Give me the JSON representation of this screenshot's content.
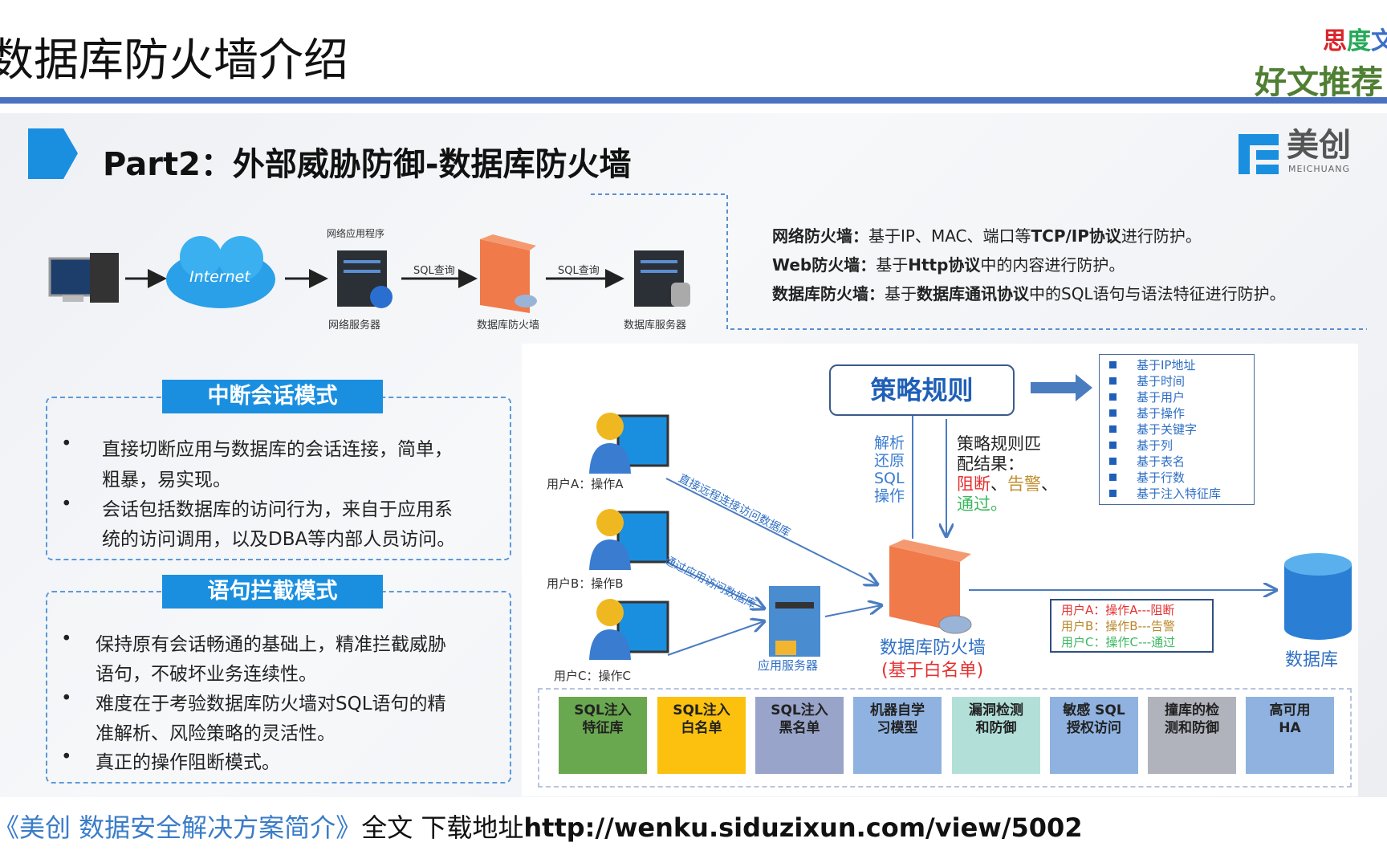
{
  "header": {
    "title": "数据库防火墙介绍",
    "brand_top": [
      "思",
      "度",
      "文"
    ],
    "brand_top_colors": [
      "#d9262a",
      "#26a85a",
      "#3a6fc8"
    ],
    "brand_sub": "好文推荐"
  },
  "slide": {
    "title": "Part2：外部威胁防御-数据库防火墙",
    "logo": {
      "text": "美创",
      "sub": "MEICHUANG"
    },
    "flow": {
      "top_label": "网络应用程序",
      "cloud": "Internet",
      "sql1": "SQL查询",
      "sql2": "SQL查询",
      "web_server": "网络服务器",
      "firewall": "数据库防火墙",
      "db_server": "数据库服务器"
    },
    "definitions": [
      {
        "term": "网络防火墙：",
        "pre": "基于IP、MAC、端口等",
        "bold": "TCP/IP协议",
        "post": "进行防护。"
      },
      {
        "term": "Web防火墙：",
        "pre": "基于",
        "bold": "Http协议",
        "post": "中的内容进行防护。"
      },
      {
        "term": "数据库防火墙：",
        "pre": "基于",
        "bold": "数据库通讯协议",
        "post": "中的SQL语句与语法特征进行防护。"
      }
    ],
    "mode1": {
      "title": "中断会话模式",
      "lines": [
        "直接切断应用与数据库的会话连接，简单，",
        "粗暴，易实现。",
        "会话包括数据库的访问行为，来自于应用系",
        "统的访问调用，以及DBA等内部人员访问。"
      ]
    },
    "mode2": {
      "title": "语句拦截模式",
      "lines": [
        "保持原有会话畅通的基础上，精准拦截威胁",
        "语句，不破坏业务连续性。",
        "难度在于考验数据库防火墙对SQL语句的精",
        "准解析、风险策略的灵活性。",
        "真正的操作阻断模式。"
      ]
    },
    "diagram": {
      "policy": "策略规则",
      "rules": [
        "基于IP地址",
        "基于时间",
        "基于用户",
        "基于操作",
        "基于关键字",
        "基于列",
        "基于表名",
        "基于行数",
        "基于注入特征库"
      ],
      "users": [
        "用户A：操作A",
        "用户B：操作B",
        "用户C：操作C"
      ],
      "path_direct": "直接远程连接访问数据库",
      "path_app": "通过应用访问数据库",
      "app_server": "应用服务器",
      "parse": [
        "解析",
        "还原",
        "SQL",
        "操作"
      ],
      "match": [
        "策略规则匹",
        "配结果："
      ],
      "results": {
        "block": "阻断",
        "sep1": "、",
        "alert": "告警",
        "sep2": "、",
        "pass": "通过。"
      },
      "firewall": "数据库防火墙",
      "firewall_sub": "(基于白名单)",
      "outcomes": [
        "用户A：操作A---阻断",
        "用户B：操作B---告警",
        "用户C：操作C---通过"
      ],
      "outcome_colors": [
        "#e53030",
        "#b8862a",
        "#3cb860"
      ],
      "database": "数据库"
    },
    "features": [
      {
        "label": "SQL注入\n特征库",
        "color": "#6aa84f"
      },
      {
        "label": "SQL注入\n白名单",
        "color": "#fcc10e"
      },
      {
        "label": "SQL注入\n黑名单",
        "color": "#98a4c9"
      },
      {
        "label": "机器自学\n习模型",
        "color": "#8fb2e0"
      },
      {
        "label": "漏洞检测\n和防御",
        "color": "#b2e0d8"
      },
      {
        "label": "敏感 SQL\n授权访问",
        "color": "#8fb2e0"
      },
      {
        "label": "撞库的检\n测和防御",
        "color": "#b0b3bc"
      },
      {
        "label": "高可用\nHA",
        "color": "#8fb2e0"
      }
    ]
  },
  "footer": {
    "doc": "《美创 数据安全解决方案简介》",
    "mid": "全文 下载地址",
    "url": "http://wenku.siduzixun.com/view/5002"
  }
}
